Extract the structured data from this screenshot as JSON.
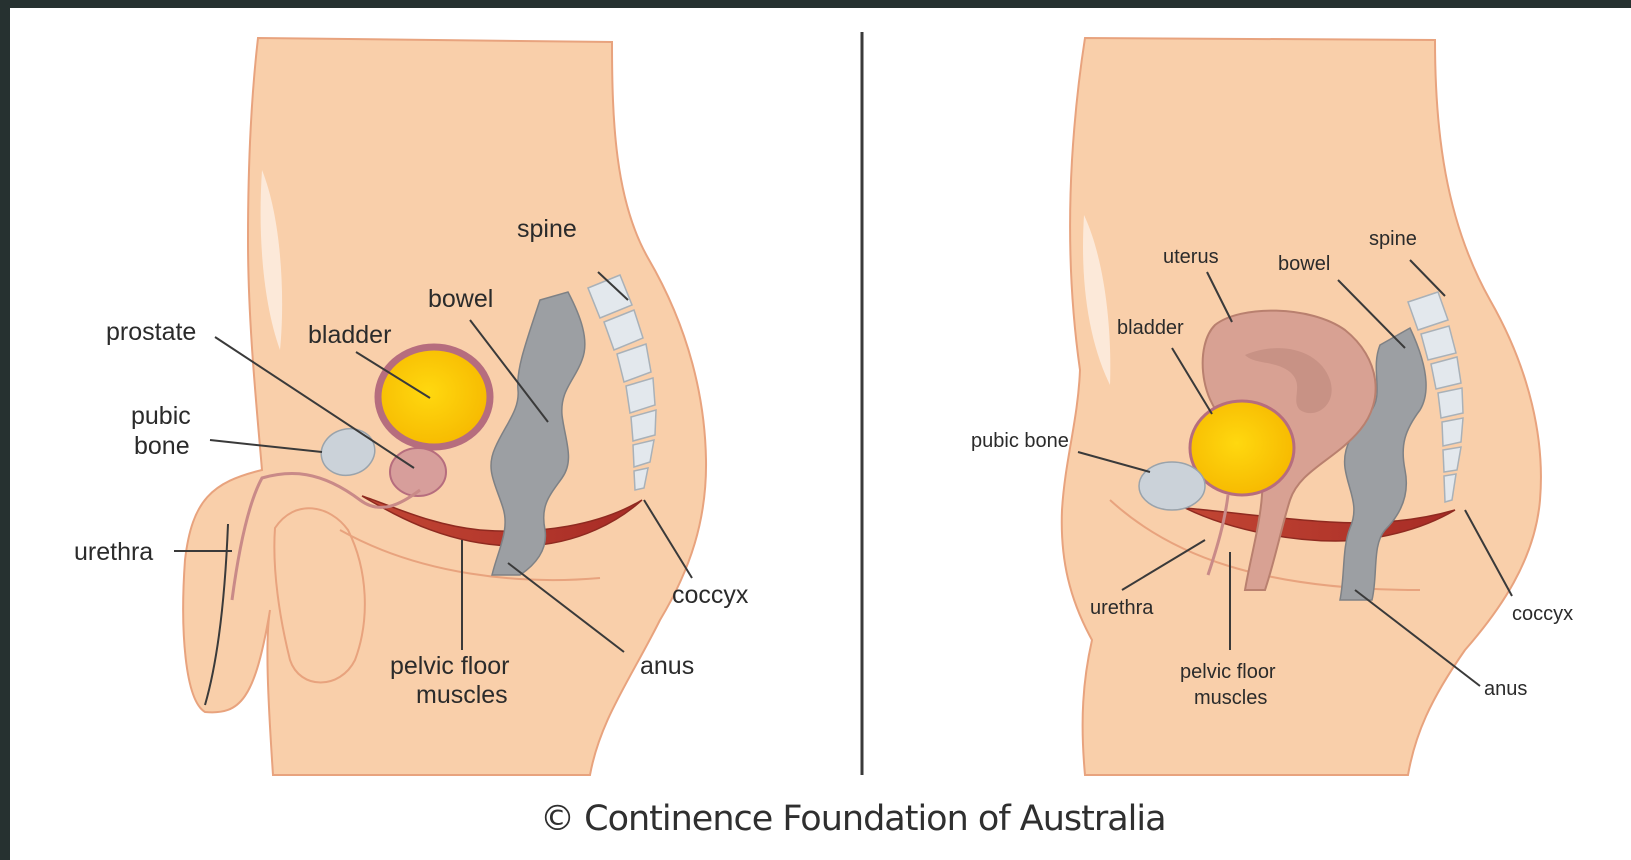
{
  "male": {
    "labels": {
      "spine": "spine",
      "bowel": "bowel",
      "prostate": "prostate",
      "bladder": "bladder",
      "pubic_bone_1": "pubic",
      "pubic_bone_2": "bone",
      "urethra": "urethra",
      "coccyx": "coccyx",
      "pelvic_floor_1": "pelvic floor",
      "pelvic_floor_2": "muscles",
      "anus": "anus"
    }
  },
  "female": {
    "labels": {
      "uterus": "uterus",
      "bowel": "bowel",
      "spine": "spine",
      "bladder": "bladder",
      "pubic_bone": "pubic bone",
      "urethra": "urethra",
      "coccyx": "coccyx",
      "pelvic_floor_1": "pelvic floor",
      "pelvic_floor_2": "muscles",
      "anus": "anus"
    }
  },
  "credit": "© Continence Foundation of Australia",
  "colors": {
    "skin": "#f9cfaa",
    "skin_outline": "#e8a37e",
    "bladder_fill": "#fccb05",
    "bladder_rim": "#b66d7e",
    "bone": "#cbd2d9",
    "bowel": "#9c9fa3",
    "muscle": "#b8382c",
    "uterus": "#d8a193",
    "frame": "#263130"
  }
}
